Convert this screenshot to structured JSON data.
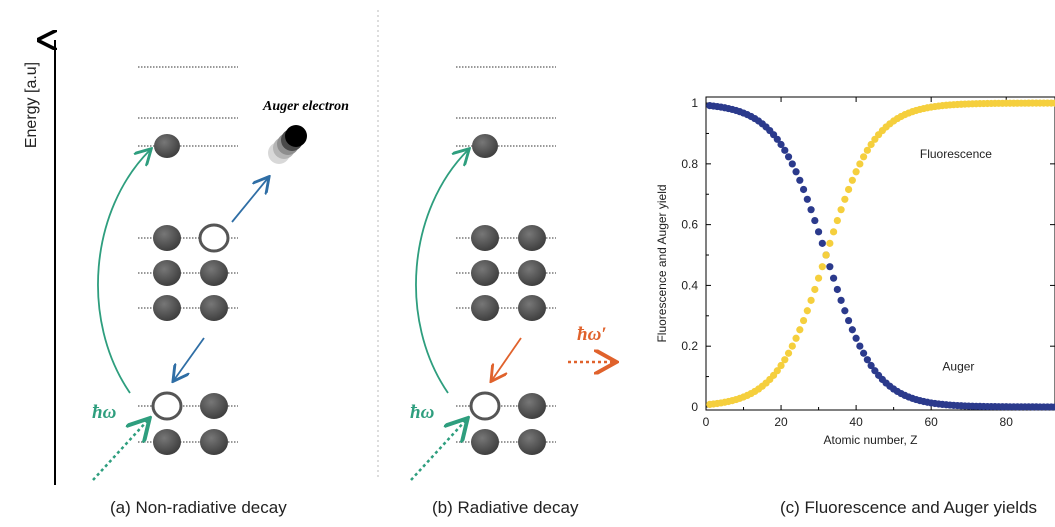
{
  "energy_axis_label": "Energy [a.u]",
  "panel_a": {
    "caption": "(a) Non-radiative decay",
    "emitted_label": "Auger electron",
    "photon_symbol": "ħω"
  },
  "panel_b": {
    "caption": "(b) Radiative decay",
    "photon_symbol": "ħω",
    "emitted_photon_symbol": "ħω′"
  },
  "panel_c": {
    "caption": "(c) Fluorescence and Auger yields"
  },
  "colors": {
    "excitation": "#2e9e7e",
    "auger": "#2f6ea5",
    "radiative": "#e0622c",
    "electron": "#555555",
    "fluorescence": "#f5cf3d",
    "auger_curve": "#2b3a8c"
  },
  "chart_data": {
    "type": "scatter",
    "xlabel": "Atomic number, Z",
    "ylabel": "Fluorescence and Auger yield",
    "xlim": [
      0,
      93
    ],
    "ylim": [
      -0.01,
      1.02
    ],
    "xticks": [
      0,
      20,
      40,
      60,
      80
    ],
    "yticks": [
      0,
      0.2,
      0.4,
      0.6,
      0.8,
      1
    ],
    "ytick_labels": [
      "0",
      "0.2",
      "0.4",
      "0.6",
      "0.8",
      "1"
    ],
    "grid": false,
    "z_start": 1,
    "z_end": 93,
    "series": [
      {
        "name": "Fluorescence",
        "z50": 32,
        "width": 6.5
      },
      {
        "name": "Auger",
        "z50": 32,
        "width": 6.5
      }
    ]
  }
}
